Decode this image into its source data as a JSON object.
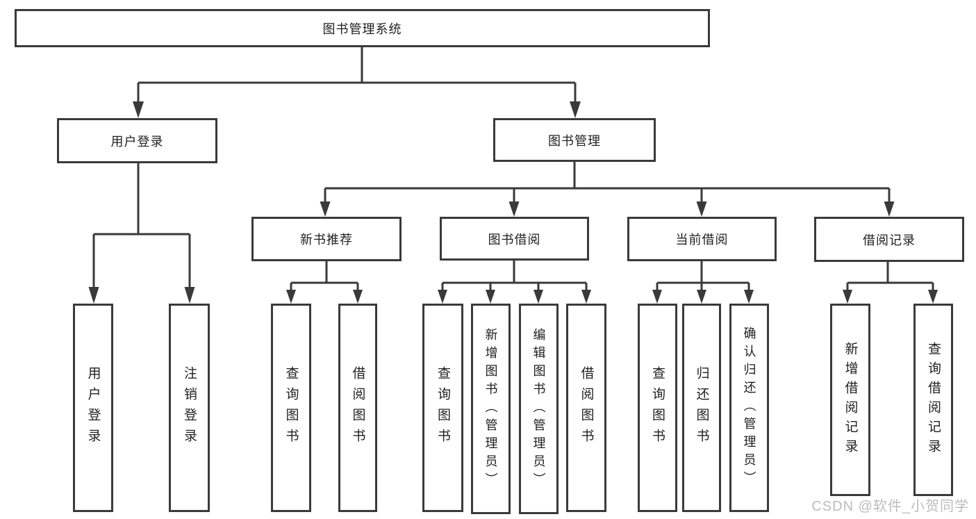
{
  "diagram": {
    "root": "图书管理系统",
    "branches": {
      "user_login": "用户登录",
      "book_mgmt": "图书管理"
    },
    "modules": {
      "new_books": "新书推荐",
      "book_borrow": "图书借阅",
      "current_borrow": "当前借阅",
      "borrow_records": "借阅记录"
    },
    "leaves": {
      "user_login": [
        "用户登录",
        "注销登录"
      ],
      "new_books": [
        "查询图书",
        "借阅图书"
      ],
      "book_borrow": [
        "查询图书",
        "新增图书（管理员）",
        "编辑图书（管理员）",
        "借阅图书"
      ],
      "current_borrow": [
        "查询图书",
        "归还图书",
        "确认归还（管理员）"
      ],
      "borrow_records": [
        "新增借阅记录",
        "查询借阅记录"
      ]
    }
  },
  "watermark": "CSDN @软件_小贺同学",
  "colors": {
    "line": "#3a3a3a",
    "background": "#ffffff",
    "text": "#1f1f1f",
    "watermark": "#bcbcbc"
  }
}
